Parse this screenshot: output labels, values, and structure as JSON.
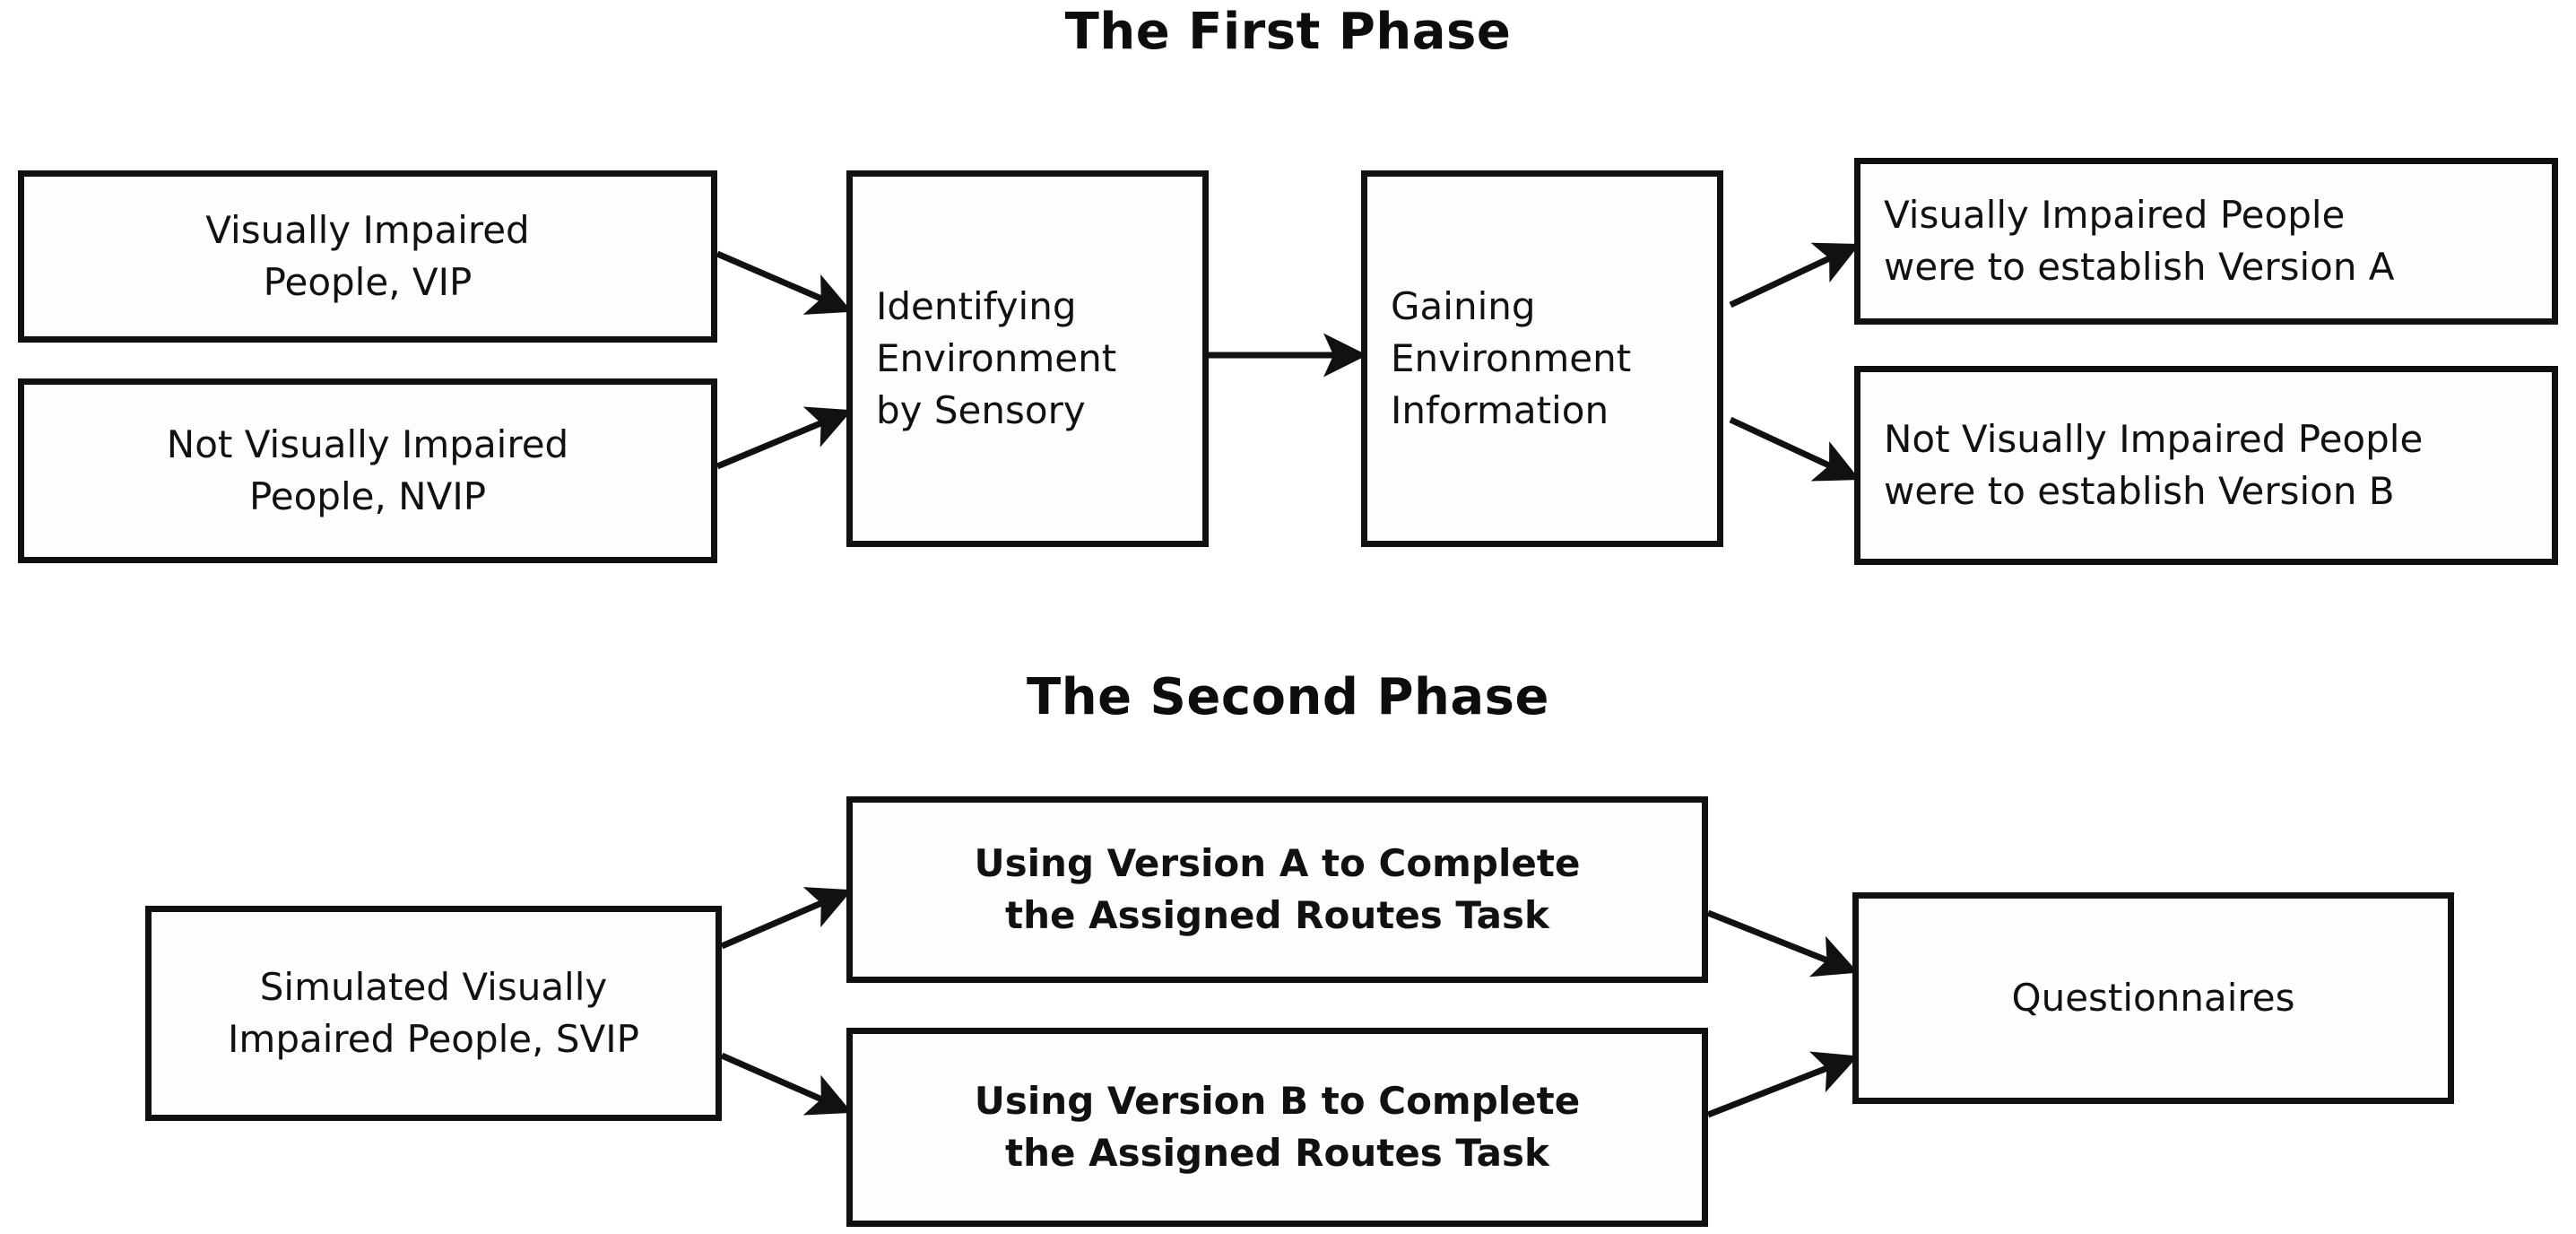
{
  "diagram": {
    "title_first": "The First Phase",
    "title_second": "The Second Phase",
    "line_color": "#111111",
    "box_fill": "#fdfdfd",
    "background": "#ffffff"
  },
  "phase1": {
    "title": "The First Phase",
    "nodes": {
      "vip": "Visually Impaired\nPeople, VIP",
      "nvip": "Not Visually Impaired\nPeople, NVIP",
      "identify": "Identifying\nEnvironment\nby Sensory",
      "gaining": "Gaining\nEnvironment\nInformation",
      "version_a": "Visually Impaired People\nwere to establish Version A",
      "version_b": "Not Visually Impaired People\nwere to establish Version B"
    },
    "edges": [
      {
        "from": "vip",
        "to": "identify"
      },
      {
        "from": "nvip",
        "to": "identify"
      },
      {
        "from": "identify",
        "to": "gaining"
      },
      {
        "from": "gaining",
        "to": "version_a"
      },
      {
        "from": "gaining",
        "to": "version_b"
      }
    ]
  },
  "phase2": {
    "title": "The Second Phase",
    "nodes": {
      "svip": "Simulated Visually\nImpaired People, SVIP",
      "task_a": "Using Version A to Complete\nthe Assigned Routes Task",
      "task_b": "Using Version B to Complete\nthe Assigned Routes Task",
      "questionnaires": "Questionnaires"
    },
    "edges": [
      {
        "from": "svip",
        "to": "task_a"
      },
      {
        "from": "svip",
        "to": "task_b"
      },
      {
        "from": "task_a",
        "to": "questionnaires"
      },
      {
        "from": "task_b",
        "to": "questionnaires"
      }
    ]
  }
}
